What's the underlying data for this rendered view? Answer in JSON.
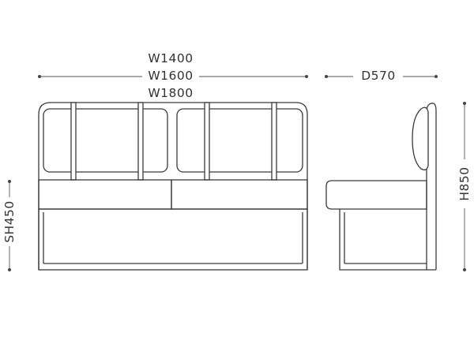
{
  "front_view": {
    "width_labels": [
      "W1400",
      "W1600",
      "W1800"
    ],
    "seat_height_label": "SH450"
  },
  "side_view": {
    "depth_label": "D570",
    "height_label": "H850"
  }
}
